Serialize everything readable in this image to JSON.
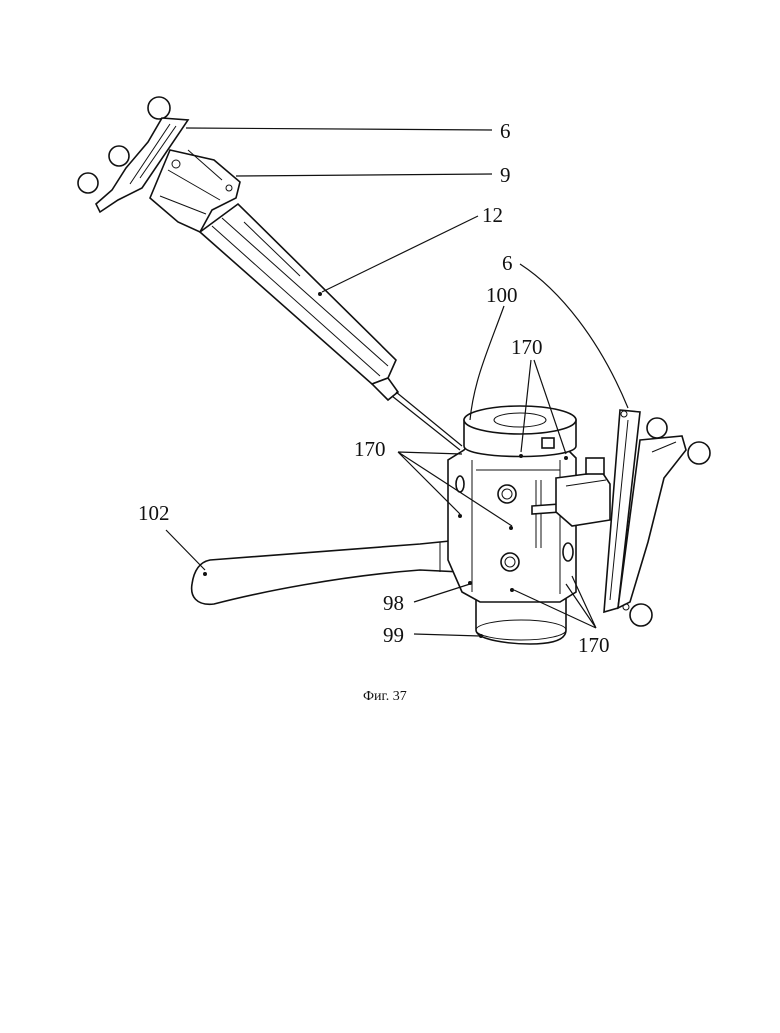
{
  "figure": {
    "caption": "Фиг. 37",
    "reference_labels": {
      "ref_6_top": "6",
      "ref_9": "9",
      "ref_12": "12",
      "ref_6_right": "6",
      "ref_100": "100",
      "ref_170_top": "170",
      "ref_170_left": "170",
      "ref_102": "102",
      "ref_98": "98",
      "ref_99": "99",
      "ref_170_bottom": "170"
    }
  }
}
